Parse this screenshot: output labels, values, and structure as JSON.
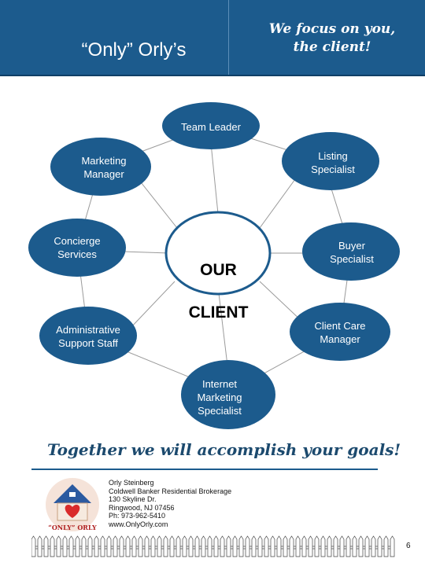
{
  "header": {
    "title_lines": [
      "“Only” Orly’s",
      "Team of Experts"
    ],
    "tagline_lines": [
      "We focus on you,",
      "the client!"
    ]
  },
  "diagram": {
    "center": {
      "lines": [
        "OUR",
        "CLIENT"
      ]
    },
    "nodes": [
      {
        "id": "team-leader",
        "label": "Team Leader"
      },
      {
        "id": "listing-specialist",
        "label": "Listing\nSpecialist"
      },
      {
        "id": "buyer-specialist",
        "label": "Buyer\nSpecialist"
      },
      {
        "id": "client-care-manager",
        "label": "Client Care\nManager"
      },
      {
        "id": "internet-marketing-specialist",
        "label": "Internet\nMarketing\nSpecialist"
      },
      {
        "id": "administrative-support-staff",
        "label": "Administrative\nSupport Staff"
      },
      {
        "id": "concierge-services",
        "label": "Concierge\nServices"
      },
      {
        "id": "marketing-manager",
        "label": "Marketing\nManager"
      }
    ],
    "colors": {
      "node_fill": "#1c5b8d",
      "center_stroke": "#1c5b8d",
      "connector": "#9a9a9a"
    }
  },
  "slogan": "Together we will accomplish your goals!",
  "contact": {
    "lines": [
      "Orly Steinberg",
      "Coldwell Banker Residential Brokerage",
      "130 Skyline Dr.",
      "Ringwood, NJ 07456",
      "Ph: 973-962-5410",
      "www.OnlyOrly.com"
    ]
  },
  "logo": {
    "text": "“ONLY” ORLY",
    "icon": "house-heart-icon"
  },
  "page_number": "6"
}
